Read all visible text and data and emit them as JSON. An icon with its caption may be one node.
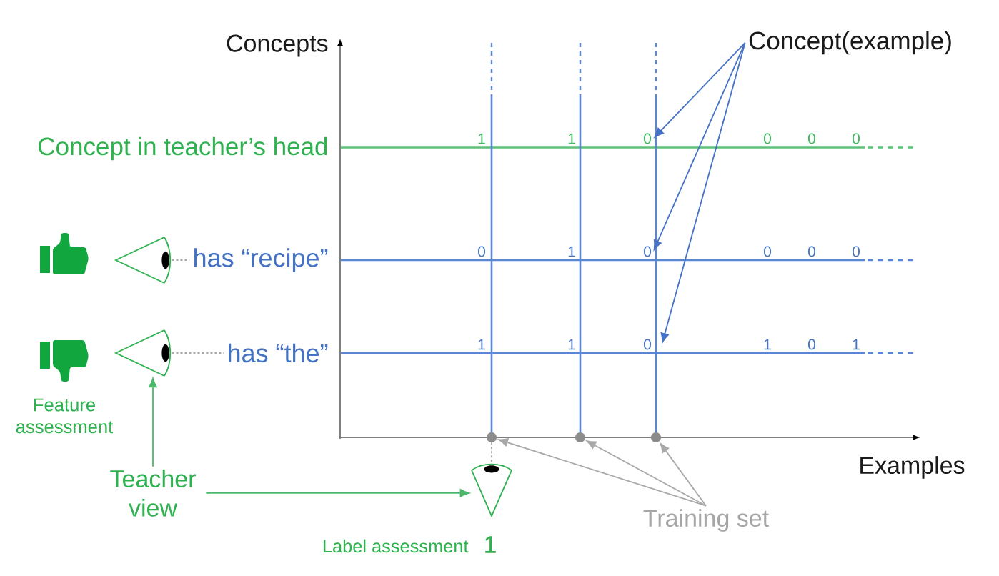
{
  "diagram": {
    "nodes": [
      {
        "text": [
          "Concept(example)"
        ]
      },
      {
        "text": [
          "0"
        ]
      },
      {
        "text": [],
        "shape": "picture"
      },
      {
        "text": [
          "has “recipe”"
        ]
      },
      {
        "text": [
          "0"
        ]
      },
      {
        "text": [],
        "shape": "picture"
      },
      {
        "text": [
          "has “the”"
        ]
      },
      {
        "text": [
          "0"
        ]
      },
      {
        "text": [],
        "shape": "circle"
      },
      {
        "text": [],
        "shape": "circle"
      },
      {
        "text": [],
        "shape": "circle"
      },
      {
        "text": [
          "Teacher view"
        ]
      },
      {
        "text": [],
        "shape": "picture",
        "beside": [
          "Label assessment",
          "1"
        ]
      },
      {
        "text": [
          "Training set"
        ]
      }
    ],
    "edges": [
      {
        "from": 0,
        "to": 1,
        "arrow": "to",
        "color": "#4472c4"
      },
      {
        "from": 0,
        "to": 4,
        "arrow": "to",
        "color": "#4472c4"
      },
      {
        "from": 0,
        "to": 7,
        "arrow": "to",
        "color": "#4472c4"
      },
      {
        "from": 2,
        "to": 3,
        "arrow": "none",
        "style": "dashed"
      },
      {
        "from": 5,
        "to": 6,
        "arrow": "none",
        "style": "dashed"
      },
      {
        "from": 11,
        "to": 5,
        "arrow": "to",
        "color": "#4cb86b"
      },
      {
        "from": 11,
        "to": 12,
        "arrow": "to",
        "color": "#4cb86b"
      },
      {
        "from": 8,
        "to": 12,
        "arrow": "none",
        "style": "dashed"
      },
      {
        "from": 13,
        "to": 8,
        "arrow": "to"
      },
      {
        "from": 13,
        "to": 9,
        "arrow": "to"
      },
      {
        "from": 13,
        "to": 10,
        "arrow": "to"
      }
    ],
    "labels": [
      "Concepts",
      "Concept in teacher’s head",
      "1",
      "1",
      "0",
      "0",
      "0",
      "0",
      "1",
      "0",
      "0",
      "0",
      "1",
      "1",
      "1",
      "0",
      "1",
      "Feature assessment",
      "Examples"
    ]
  }
}
